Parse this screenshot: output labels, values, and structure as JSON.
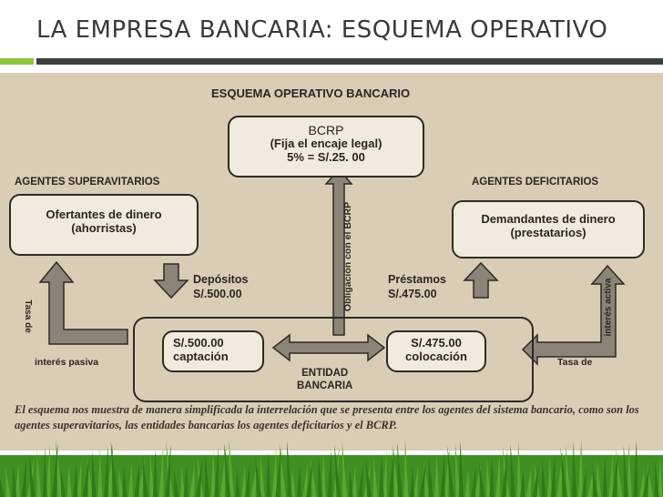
{
  "slide": {
    "title": "LA EMPRESA BANCARIA: ESQUEMA OPERATIVO",
    "accent": "#8cc63f",
    "bar_color": "#3a4040"
  },
  "diagram": {
    "heading": "ESQUEMA OPERATIVO BANCARIO",
    "bcrp": {
      "line1": "BCRP",
      "line2": "(Fija el encaje legal)",
      "line3": "5% = S/.25. 00"
    },
    "superavitarios": {
      "label": "AGENTES SUPERAVITARIOS",
      "box_line1": "Ofertantes de dinero",
      "box_line2": "(ahorristas)"
    },
    "deficitarios": {
      "label": "AGENTES DEFICITARIOS",
      "box_line1": "Demandantes de dinero",
      "box_line2": "(prestatarios)"
    },
    "depositos": {
      "line1": "Depósitos",
      "line2": "S/.500.00"
    },
    "prestamos": {
      "line1": "Préstamos",
      "line2": "S/.475.00"
    },
    "captacion": {
      "line1": "S/.500.00",
      "line2": "captación"
    },
    "colocacion": {
      "line1": "S/.475.00",
      "line2": "colocación"
    },
    "entidad": {
      "line1": "ENTIDAD",
      "line2": "BANCARIA"
    },
    "obligacion": "Obligación con el BCRP",
    "tasa_pasiva_a": "Tasa de",
    "tasa_pasiva_b": "interés pasiva",
    "tasa_activa_a": "Tasa de",
    "tasa_activa_b": "interés activa",
    "caption": "El esquema nos muestra de manera simplificada la interrelación que  se presenta entre los agentes del sistema bancario, como son los agentes superavitarios, las entidades bancarias los agentes deficitarios y el BCRP."
  }
}
